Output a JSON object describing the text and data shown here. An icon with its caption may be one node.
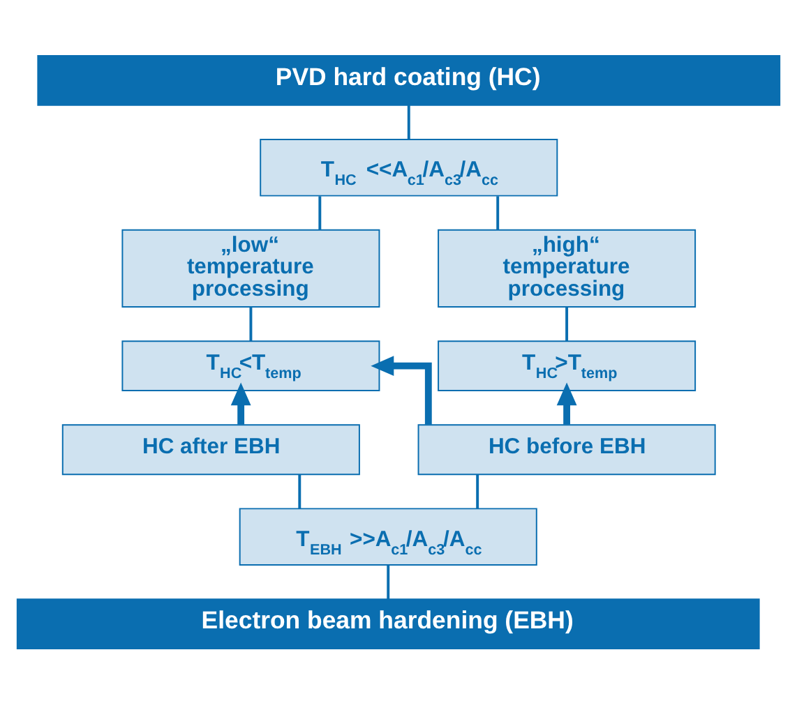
{
  "diagram": {
    "nodes": [
      {
        "text": [
          "PVD hard coating (HC)"
        ]
      },
      {
        "text": [
          "T$_{HC}$ <<A$_{c1}$/A$_{c3}$/A$_{cc}$"
        ]
      },
      {
        "text": [
          "„low“ temperature processing"
        ]
      },
      {
        "text": [
          "T$_{HC}$<T$_{temp}$"
        ]
      },
      {
        "text": [
          "„high“ temperature processing"
        ]
      },
      {
        "text": [
          "T$_{HC}$>T$_{temp}$"
        ]
      },
      {
        "text": [
          "HC after EBH"
        ]
      },
      {
        "text": [
          "HC before EBH"
        ]
      },
      {
        "text": [
          "T$_{EBH}$ >>A$_{c1}$/A$_{c3}$/A$_{cc}$"
        ]
      },
      {
        "text": [
          "Electron beam hardening (EBH)"
        ]
      }
    ],
    "edges": [
      {
        "from": 0,
        "to": 1,
        "arrow": "none"
      },
      {
        "from": 1,
        "to": 2,
        "arrow": "none"
      },
      {
        "from": 1,
        "to": 4,
        "arrow": "none"
      },
      {
        "from": 2,
        "to": 3,
        "arrow": "none"
      },
      {
        "from": 4,
        "to": 5,
        "arrow": "none"
      },
      {
        "from": 6,
        "to": 3,
        "arrow": "to",
        "style": "thick"
      },
      {
        "from": 7,
        "to": 3,
        "arrow": "to",
        "style": "thick"
      },
      {
        "from": 7,
        "to": 5,
        "arrow": "to",
        "style": "thick"
      },
      {
        "from": 6,
        "to": 8,
        "arrow": "none"
      },
      {
        "from": 7,
        "to": 8,
        "arrow": "none"
      },
      {
        "from": 8,
        "to": 9,
        "arrow": "none"
      }
    ]
  }
}
